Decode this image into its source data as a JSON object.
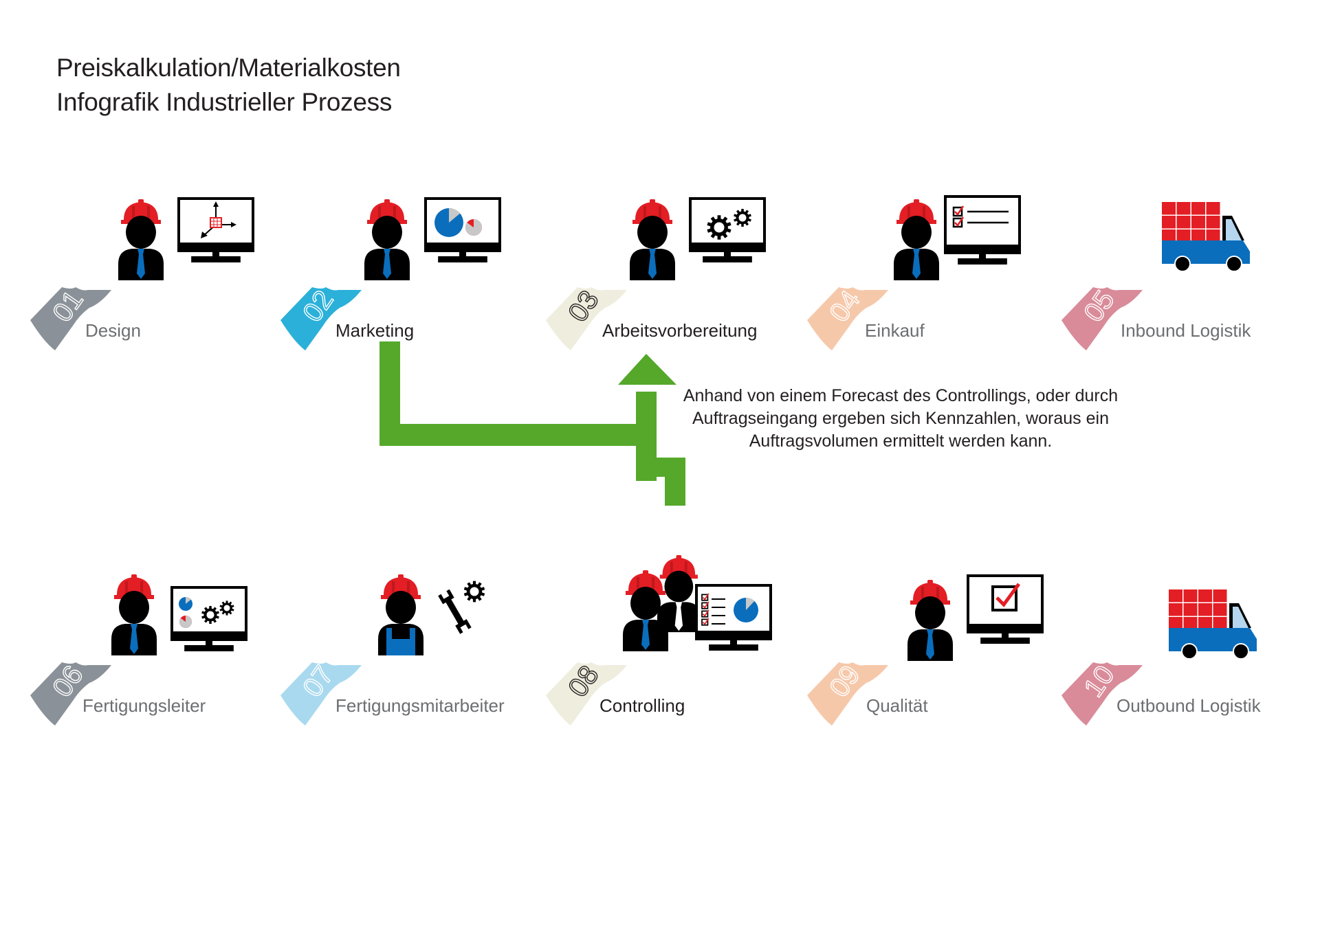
{
  "header": {
    "title_line1": "Preiskalkulation/Materialkosten",
    "title_line2": "Infografik Industrieller Prozess"
  },
  "colors": {
    "helmet": "#e31e24",
    "tie": "#0a6ebd",
    "arrow": "#55a82a",
    "truck_body": "#0a6ebd",
    "truck_window": "#b5d6ee",
    "cargo": "#e31e24"
  },
  "steps": [
    {
      "number": "01",
      "label": "Design",
      "icon": "engineer-3d-design-monitor-icon",
      "tag_color": "#8a9198",
      "label_color": "#6d6e71",
      "number_color": "#ffffff",
      "active": false
    },
    {
      "number": "02",
      "label": "Marketing",
      "icon": "engineer-pie-chart-monitor-icon",
      "tag_color": "#2bb0d9",
      "label_color": "#231f20",
      "number_color": "#ffffff",
      "active": true
    },
    {
      "number": "03",
      "label": "Arbeitsvorbereitung",
      "icon": "engineer-gears-monitor-icon",
      "tag_color": "#efedde",
      "label_color": "#231f20",
      "number_color": "#231f20",
      "active": true
    },
    {
      "number": "04",
      "label": "Einkauf",
      "icon": "engineer-checklist-monitor-icon",
      "tag_color": "#f6c8aa",
      "label_color": "#6d6e71",
      "number_color": "#ffffff",
      "active": false
    },
    {
      "number": "05",
      "label": "Inbound Logistik",
      "icon": "delivery-truck-icon",
      "tag_color": "#d98b99",
      "label_color": "#6d6e71",
      "number_color": "#ffffff",
      "active": false
    },
    {
      "number": "06",
      "label": "Fertigungsleiter",
      "icon": "engineer-charts-gears-monitor-icon",
      "tag_color": "#8a9198",
      "label_color": "#6d6e71",
      "number_color": "#ffffff",
      "active": false
    },
    {
      "number": "07",
      "label": "Fertigungsmitarbeiter",
      "icon": "worker-wrench-gear-icon",
      "tag_color": "#a9d9ee",
      "label_color": "#6d6e71",
      "number_color": "#ffffff",
      "active": false
    },
    {
      "number": "08",
      "label": "Controlling",
      "icon": "team-checklist-pie-monitor-icon",
      "tag_color": "#efedde",
      "label_color": "#231f20",
      "number_color": "#231f20",
      "active": true
    },
    {
      "number": "09",
      "label": "Qualität",
      "icon": "engineer-checkbox-monitor-icon",
      "tag_color": "#f6c8aa",
      "label_color": "#6d6e71",
      "number_color": "#ffffff",
      "active": false
    },
    {
      "number": "10",
      "label": "Outbound Logistik",
      "icon": "delivery-truck-icon",
      "tag_color": "#d98b99",
      "label_color": "#6d6e71",
      "number_color": "#ffffff",
      "active": false
    }
  ],
  "flow": {
    "from": "Marketing",
    "to": "Arbeitsvorbereitung",
    "source": "Controlling",
    "description_lines": [
      "Anhand von einem Forecast des Controllings, oder durch",
      "Auftragseingang ergeben sich Kennzahlen, woraus ein",
      "Auftragsvolumen ermittelt werden kann."
    ]
  }
}
